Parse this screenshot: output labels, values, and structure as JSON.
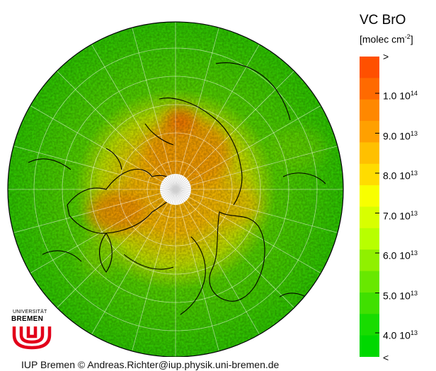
{
  "colorbar": {
    "title": "VC BrO",
    "unit_prefix": "[molec cm",
    "unit_exp": "-2",
    "unit_suffix": "]",
    "over_label": ">",
    "under_label": "<",
    "ticks": [
      {
        "mant": "1.0 10",
        "exp": "14",
        "value": 100000000000000.0
      },
      {
        "mant": "9.0 10",
        "exp": "13",
        "value": 90000000000000.0
      },
      {
        "mant": "8.0 10",
        "exp": "13",
        "value": 80000000000000.0
      },
      {
        "mant": "7.0 10",
        "exp": "13",
        "value": 70000000000000.0
      },
      {
        "mant": "6.0 10",
        "exp": "13",
        "value": 60000000000000.0
      },
      {
        "mant": "5.0 10",
        "exp": "13",
        "value": 50000000000000.0
      },
      {
        "mant": "4.0 10",
        "exp": "13",
        "value": 40000000000000.0
      }
    ],
    "colors": [
      "#ff5000",
      "#ff6a00",
      "#ff8800",
      "#ffa000",
      "#ffc000",
      "#ffdc00",
      "#f8ff00",
      "#d8ff00",
      "#b8ff00",
      "#90f000",
      "#68e800",
      "#40e000",
      "#18dc00",
      "#00d800"
    ]
  },
  "map": {
    "projection": "north polar stereographic",
    "colors": {
      "background": "#3ad800",
      "mid": "#b0e800",
      "high": "#ffb000",
      "peak": "#ff6a00",
      "pole_hole": "#ffffff"
    }
  },
  "logo": {
    "line1": "UNIVERSITÄT",
    "line2": "BREMEN"
  },
  "footer": "IUP Bremen © Andreas.Richter@iup.physik.uni-bremen.de"
}
